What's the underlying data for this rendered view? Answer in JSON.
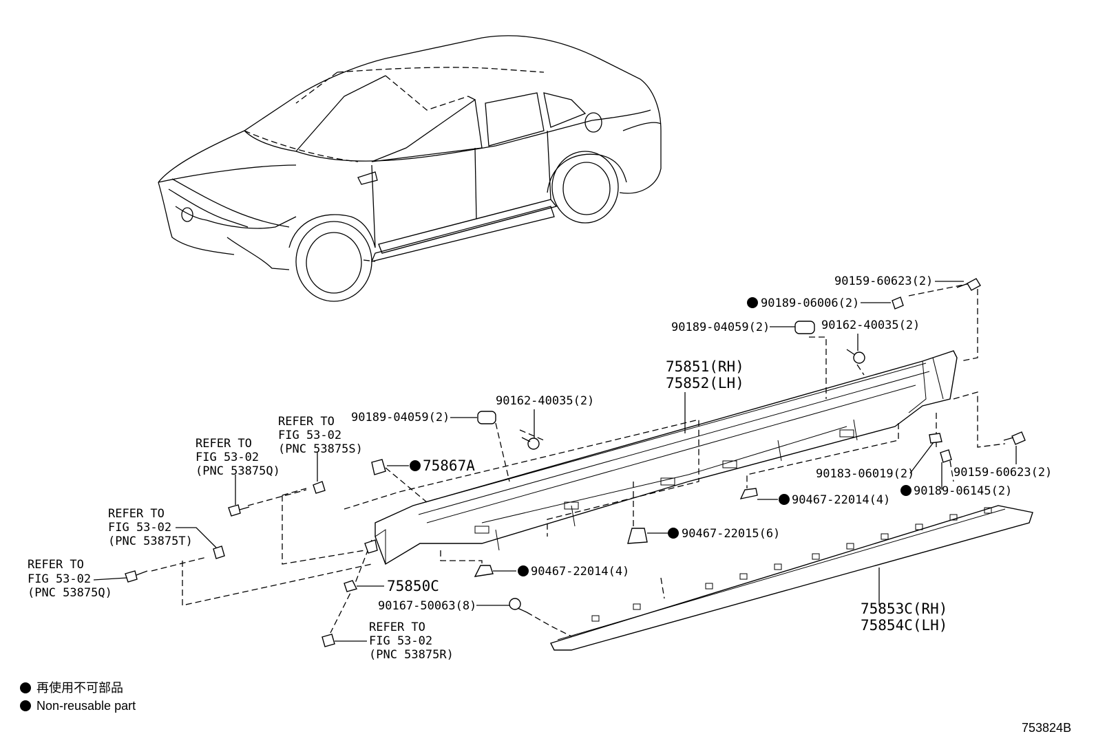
{
  "diagram_id": "753824B",
  "legend": {
    "jp": "再使用不可部品",
    "en": "Non-reusable part"
  },
  "labels": {
    "rocker_rh": "75851(RH)",
    "rocker_lh": "75852(LH)",
    "garnish_rh": "75853C(RH)",
    "garnish_lh": "75854C(LH)",
    "clip_75867a": "75867A",
    "clip_75850c": "75850C",
    "bolt_top_right": "90159-60623(2)",
    "clip_90189_06006": "90189-06006(2)",
    "clip_90189_04059_right": "90189-04059(2)",
    "screw_90162_right": "90162-40035(2)",
    "clip_90189_04059_left": "90189-04059(2)",
    "screw_90162_left": "90162-40035(2)",
    "clip_90183_06019": "90183-06019(2)",
    "bolt_mid_right": "90159-60623(2)",
    "clip_90189_06145": "90189-06145(2)",
    "clip_90467_22014_right": "90467-22014(4)",
    "clip_90467_22015": "90467-22015(6)",
    "clip_90467_22014_left": "90467-22014(4)",
    "screw_90167_50063": "90167-50063(8)"
  },
  "refers": {
    "r1": [
      "REFER TO",
      "FIG 53-02",
      "(PNC 53875S)"
    ],
    "r2": [
      "REFER TO",
      "FIG 53-02",
      "(PNC 53875Q)"
    ],
    "r3": [
      "REFER TO",
      "FIG 53-02",
      "(PNC 53875T)"
    ],
    "r4": [
      "REFER TO",
      "FIG 53-02",
      "(PNC 53875Q)"
    ],
    "r5": [
      "REFER TO",
      "FIG 53-02",
      "(PNC 53875R)"
    ]
  }
}
